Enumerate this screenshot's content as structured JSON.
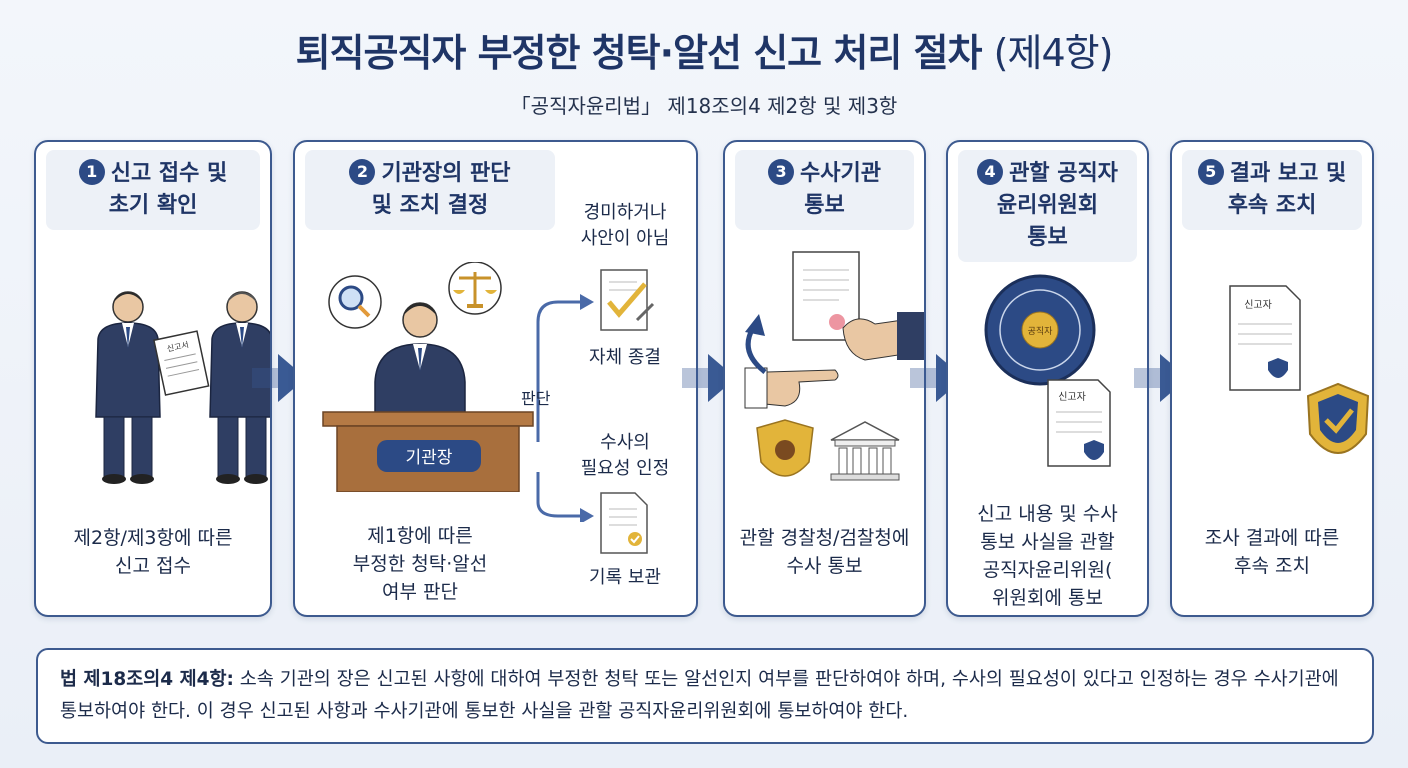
{
  "header": {
    "title": "퇴직공직자 부정한 청탁·알선 신고 처리 절차",
    "title_suffix": "(제4항)",
    "subtitle": "「공직자윤리법」 제18조의4 제2항 및 제3항"
  },
  "steps": [
    {
      "num": "1",
      "title_line1": "신고 접수 및",
      "title_line2": "초기 확인",
      "desc_line1": "제2항/제3항에 따른",
      "desc_line2": "신고 접수",
      "doc_label": "신고서"
    },
    {
      "num": "2",
      "title_line1": "기관장의 판단",
      "title_line2": "및 조치 결정",
      "desc_line1": "제1항에 따른",
      "desc_line2": "부정한 청탁·알선",
      "desc_line3": "여부 판단",
      "desk_label": "기관장",
      "judge_label": "판단",
      "branch_a_line1": "경미하거나",
      "branch_a_line2": "사안이 아님",
      "branch_a_result": "자체 종결",
      "branch_b_line1": "수사의",
      "branch_b_line2": "필요성 인정",
      "branch_b_result": "기록 보관"
    },
    {
      "num": "3",
      "title_line1": "수사기관",
      "title_line2": "통보",
      "desc_line1": "관할 경찰청/검찰청에",
      "desc_line2": "수사 통보"
    },
    {
      "num": "4",
      "title_line1": "관할 공직자",
      "title_line2": "윤리위원회",
      "title_line3": "통보",
      "desc_line1": "신고 내용 및 수사",
      "desc_line2": "통보 사실을 관할",
      "desc_line3": "공직자윤리위원(",
      "desc_line4": "위원회에 통보",
      "seal_center": "공직자",
      "doc_label": "신고자"
    },
    {
      "num": "5",
      "title_line1": "결과 보고 및",
      "title_line2": "후속 조치",
      "desc_line1": "조사 결과에 따른",
      "desc_line2": "후속 조치",
      "doc_label": "신고자"
    }
  ],
  "note": {
    "lead": "법 제18조의4 제4항:",
    "text": " 소속 기관의 장은 신고된 사항에 대하여 부정한 청탁 또는 알선인지 여부를 판단하여야 하며, 수사의 필요성이 있다고 인정하는 경우 수사기관에 통보하여야 한다. 이 경우 신고된 사항과 수사기관에 통보한 사실을 관할 공직자윤리위원회에 통보하여야 한다."
  },
  "colors": {
    "navy": "#1f3566",
    "border": "#3d5a8f",
    "arrow": "#3a5a94",
    "gold": "#e2b43a"
  }
}
